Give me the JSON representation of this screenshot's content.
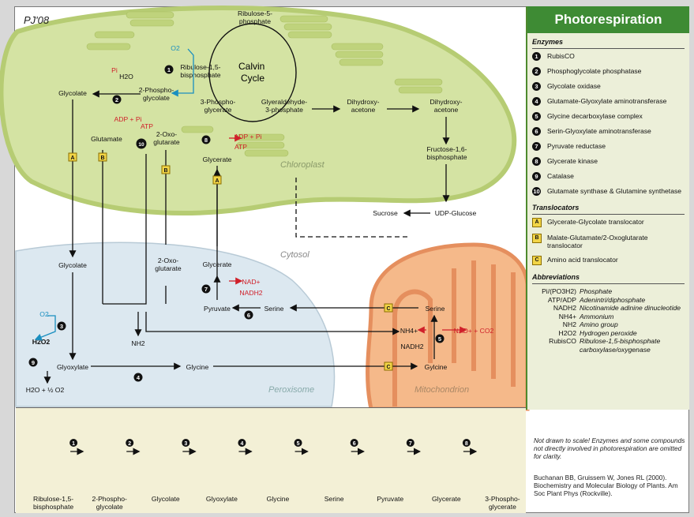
{
  "title": "Photorespiration",
  "signature": "PJ'08",
  "sections": {
    "enzymes": "Enzymes",
    "translocators": "Translocators",
    "abbreviations": "Abbreviations"
  },
  "enzymes": [
    {
      "n": "1",
      "name": "RubisCO"
    },
    {
      "n": "2",
      "name": "Phosphoglycolate phosphatase"
    },
    {
      "n": "3",
      "name": "Glycolate oxidase"
    },
    {
      "n": "4",
      "name": "Glutamate-Glyoxylate aminotransferase"
    },
    {
      "n": "5",
      "name": "Glycine decarboxylase complex"
    },
    {
      "n": "6",
      "name": "Serin-Glyoxylate aminotransferase"
    },
    {
      "n": "7",
      "name": "Pyruvate reductase"
    },
    {
      "n": "8",
      "name": "Glycerate kinase"
    },
    {
      "n": "9",
      "name": "Catalase"
    },
    {
      "n": "10",
      "name": "Glutamate synthase & Glutamine synthetase"
    }
  ],
  "translocators": [
    {
      "k": "A",
      "name": "Glycerate-Glycolate translocator"
    },
    {
      "k": "B",
      "name": "Malate-Glutamate/2-Oxoglutarate translocator"
    },
    {
      "k": "C",
      "name": "Amino acid translocator"
    }
  ],
  "abbreviations": [
    {
      "k": "Pi/(PO3H2)",
      "v": "Phosphate"
    },
    {
      "k": "ATP/ADP",
      "v": "Adenintri/diphosphate"
    },
    {
      "k": "NADH2",
      "v": "Nicotinamide adinine dinucleotide"
    },
    {
      "k": "NH4+",
      "v": "Ammonium"
    },
    {
      "k": "NH2",
      "v": "Amino group"
    },
    {
      "k": "H2O2",
      "v": "Hydrogen peroxide"
    },
    {
      "k": "RubisCO",
      "v": "Ribulose-1,5-bisphosphate carboxylase/oxygenase"
    }
  ],
  "note": "Not drawn to scale! Enzymes and some compounds not directly involved in photorespiration are omitted for clarity.",
  "citation": "Buchanan BB, Gruissem W, Jones RL (2000). Biochemistry and Molecular Biology of Plants. Am Soc Plant Phys (Rockville).",
  "compartments": {
    "chloroplast": "Chloroplast",
    "cytosol": "Cytosol",
    "peroxisome": "Peroxisome",
    "mitochondrion": "Mitochondrion"
  },
  "metabolites": {
    "ribulose5p": "Ribulose-5-",
    "ribulose5p2": "phosphate",
    "rubp": "Ribulose-1,5-",
    "rubp2": "bisphosphate",
    "calvin": "Calvin",
    "calvin2": "Cycle",
    "pg": "2-Phospho-",
    "pg2": "glycolate",
    "pga": "3-Phospho-",
    "pga2": "glycerate",
    "gap": "Glyeraldehyde-",
    "gap2": "3-phosphate",
    "dhap": "Dihydroxy-",
    "dhap2": "acetone",
    "dha": "Dihydroxy-",
    "dha2": "acetone",
    "fbp": "Fructose-1,6-",
    "fbp2": "bisphosphate",
    "sucrose": "Sucrose",
    "udpg": "UDP-Glucose",
    "glycolate": "Glycolate",
    "glutamate": "Glutamate",
    "oxo": "2-Oxo-",
    "oxo2": "glutarate",
    "glycerate": "Glycerate",
    "glycolate_p": "Glycolate",
    "oxo_p": "2-Oxo-",
    "oxo_p2": "glutarate",
    "glycerate_p": "Glycerate",
    "pyruvate": "Pyruvate",
    "serine": "Serine",
    "serine_m": "Serine",
    "glyoxylate": "Glyoxylate",
    "glycine": "Glycine",
    "glycine_m": "Gylcine",
    "h2o2": "H2O2",
    "o2": "O2",
    "o2c": "O2",
    "nh2": "NH2",
    "nh4": "NH4+",
    "nadh2": "NADH2",
    "nad_co2": "NAD+ + CO2",
    "water_o2": "H2O + ½ O2",
    "pi": "Pi",
    "h2o": "H2O",
    "adp_pi": "ADP + Pi",
    "atp": "ATP",
    "adp_pi2": "ADP + Pi",
    "atp2": "ATP",
    "nad": "NAD+",
    "nadh2b": "NADH2"
  },
  "bottom_chain": [
    "Ribulose-1,5-\nbisphosphate",
    "2-Phospho-\nglycolate",
    "Glycolate",
    "Glyoxylate",
    "Glycine",
    "Serine",
    "Pyruvate",
    "Glycerate",
    "3-Phospho-\nglycerate"
  ],
  "colors": {
    "header": "#3e8b34",
    "chloroplast": "#d4e3a3",
    "peroxisome": "#dce8f0",
    "mitochondrion": "#f5b98a",
    "red": "#d0202a",
    "blue": "#1a8fc0",
    "yellow": "#f2d547"
  }
}
